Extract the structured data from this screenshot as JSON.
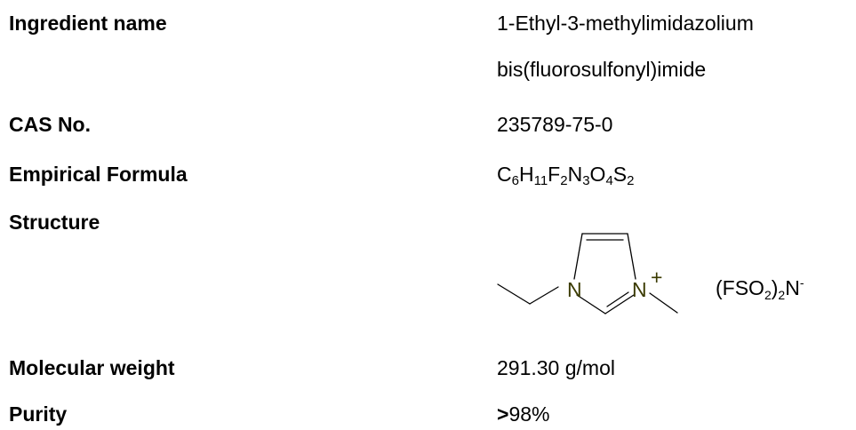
{
  "labels": {
    "ingredient_name": "Ingredient name",
    "cas_no": "CAS No.",
    "empirical_formula": "Empirical Formula",
    "structure": "Structure",
    "molecular_weight": "Molecular weight",
    "purity": "Purity"
  },
  "values": {
    "ingredient_name_line1": "1-Ethyl-3-methylimidazolium",
    "ingredient_name_line2": "bis(fluorosulfonyl)imide",
    "cas_no": "235789-75-0",
    "formula": {
      "C": "C",
      "C_n": "6",
      "H": "H",
      "H_n": "11",
      "F": "F",
      "F_n": "2",
      "N": "N",
      "N_n": "3",
      "O": "O",
      "O_n": "4",
      "S": "S",
      "S_n": "2"
    },
    "molecular_weight": "291.30 g/mol",
    "purity_prefix": ">",
    "purity_value": "98%"
  },
  "structure": {
    "atom_n1": "N",
    "atom_n3": "N",
    "charge": "+",
    "anion": {
      "part1": "(FSO",
      "sub1": "2",
      "part2": ")",
      "sub2": "2",
      "part3": "N",
      "sup": "-"
    },
    "atom_color": "#3a3a00"
  }
}
